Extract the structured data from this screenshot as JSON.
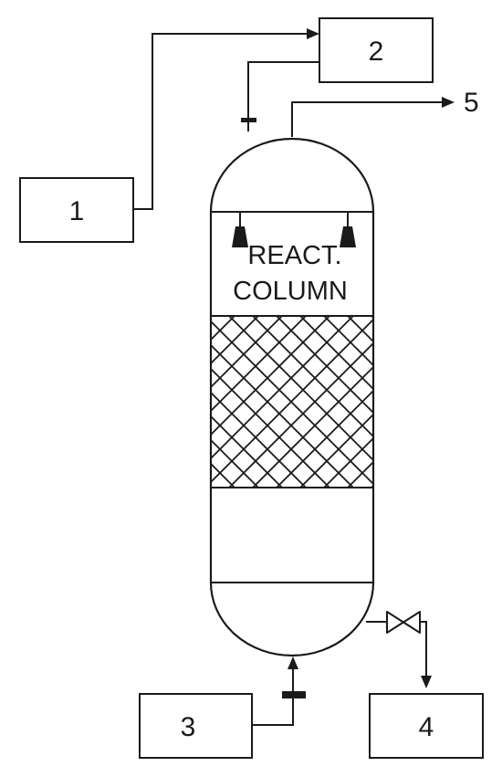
{
  "units": [
    {
      "id": "unit-1",
      "label": "1"
    },
    {
      "id": "unit-2",
      "label": "2"
    },
    {
      "id": "unit-3",
      "label": "3"
    },
    {
      "id": "unit-4",
      "label": "4"
    }
  ],
  "outlet_label": "5",
  "column": {
    "label_line1": "REACT.",
    "label_line2": "COLUMN"
  },
  "colors": {
    "stroke": "#1a1a1a",
    "background": "#ffffff"
  }
}
